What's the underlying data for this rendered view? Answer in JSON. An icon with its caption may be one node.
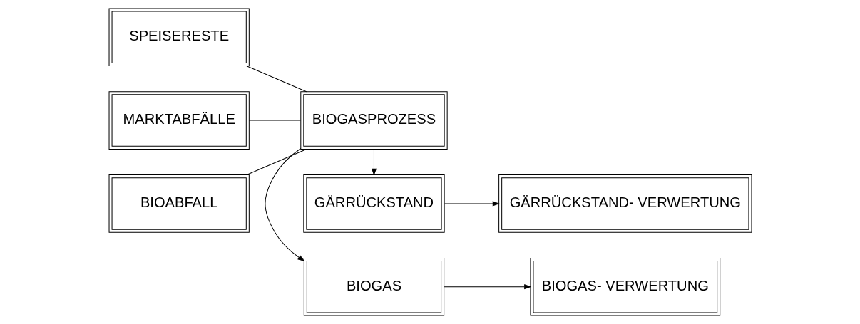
{
  "diagram": {
    "nodes": [
      {
        "text": [
          "SPEISERESTE"
        ]
      },
      {
        "text": [
          "MARKTABFÄLLE"
        ]
      },
      {
        "text": [
          "BIOABFALL"
        ]
      },
      {
        "text": [
          "BIOGAS"
        ]
      },
      {
        "text": [
          "BIOGASPROZESS"
        ]
      },
      {
        "text": [
          "GÄRRÜCKSTAND"
        ]
      },
      {
        "text": [
          "BIOGAS- VERWERTUNG"
        ]
      },
      {
        "text": [
          "GÄRRÜCKSTAND- VERWERTUNG"
        ]
      }
    ],
    "edges": [
      {
        "from": 0,
        "to": 4,
        "arrow": "none"
      },
      {
        "from": 1,
        "to": 4,
        "arrow": "none"
      },
      {
        "from": 2,
        "to": 4,
        "arrow": "none"
      },
      {
        "from": 4,
        "to": 3,
        "arrow": "to"
      },
      {
        "from": 4,
        "to": 5,
        "arrow": "to"
      },
      {
        "from": 3,
        "to": 6,
        "arrow": "to"
      },
      {
        "from": 5,
        "to": 7,
        "arrow": "to"
      }
    ]
  }
}
